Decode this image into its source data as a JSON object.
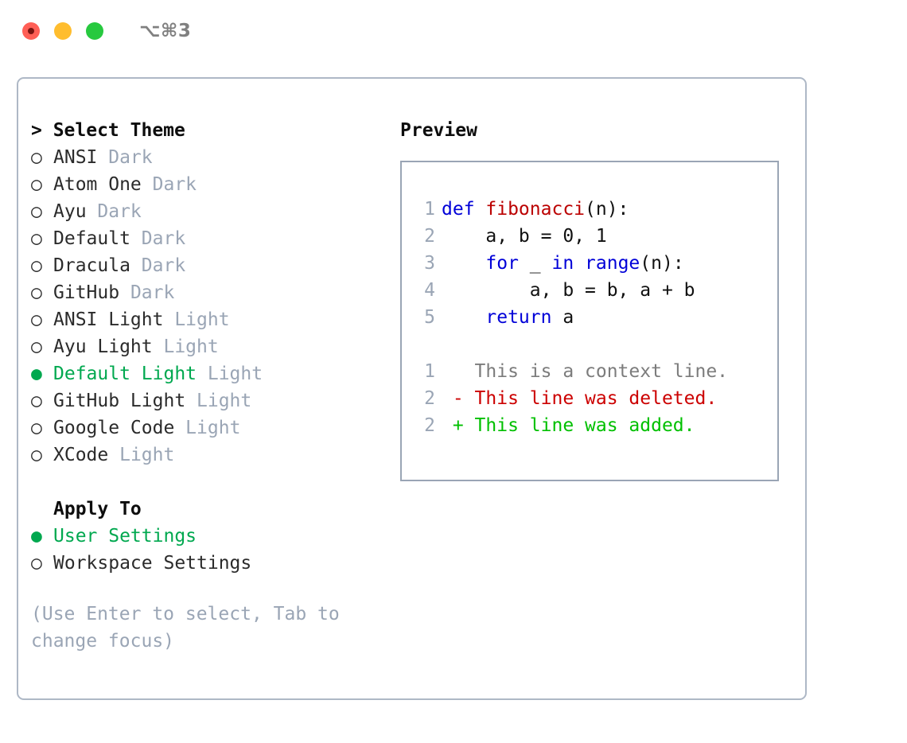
{
  "titlebar": {
    "shortcut": "⌥⌘3",
    "buttons": [
      "close",
      "minimize",
      "maximize"
    ],
    "colors": {
      "close": "#ff5f56",
      "minimize": "#ffbd2e",
      "maximize": "#27c93f"
    }
  },
  "theme_section": {
    "heading": "> Select Theme",
    "items": [
      {
        "bullet": "○",
        "label": "ANSI",
        "tag": "Dark",
        "selected": false
      },
      {
        "bullet": "○",
        "label": "Atom One",
        "tag": "Dark",
        "selected": false
      },
      {
        "bullet": "○",
        "label": "Ayu",
        "tag": "Dark",
        "selected": false
      },
      {
        "bullet": "○",
        "label": "Default",
        "tag": "Dark",
        "selected": false
      },
      {
        "bullet": "○",
        "label": "Dracula",
        "tag": "Dark",
        "selected": false
      },
      {
        "bullet": "○",
        "label": "GitHub",
        "tag": "Dark",
        "selected": false
      },
      {
        "bullet": "○",
        "label": "ANSI Light",
        "tag": "Light",
        "selected": false
      },
      {
        "bullet": "○",
        "label": "Ayu Light",
        "tag": "Light",
        "selected": false
      },
      {
        "bullet": "●",
        "label": "Default Light",
        "tag": "Light",
        "selected": true
      },
      {
        "bullet": "○",
        "label": "GitHub Light",
        "tag": "Light",
        "selected": false
      },
      {
        "bullet": "○",
        "label": "Google Code",
        "tag": "Light",
        "selected": false
      },
      {
        "bullet": "○",
        "label": "XCode",
        "tag": "Light",
        "selected": false
      }
    ]
  },
  "apply_section": {
    "heading": "Apply To",
    "items": [
      {
        "bullet": "●",
        "label": "User Settings",
        "selected": true
      },
      {
        "bullet": "○",
        "label": "Workspace Settings",
        "selected": false
      }
    ]
  },
  "hint": "(Use Enter to select, Tab to change focus)",
  "preview": {
    "title": "Preview",
    "code_lines": [
      {
        "no": "1",
        "tokens": [
          {
            "t": "def ",
            "c": "kw"
          },
          {
            "t": "fibonacci",
            "c": "fn"
          },
          {
            "t": "(n):",
            "c": "plain"
          }
        ]
      },
      {
        "no": "2",
        "tokens": [
          {
            "t": "    a, b = 0, 1",
            "c": "plain"
          }
        ]
      },
      {
        "no": "3",
        "tokens": [
          {
            "t": "    ",
            "c": "plain"
          },
          {
            "t": "for",
            "c": "kw"
          },
          {
            "t": " _ ",
            "c": "plain"
          },
          {
            "t": "in",
            "c": "kw"
          },
          {
            "t": " ",
            "c": "plain"
          },
          {
            "t": "range",
            "c": "kw"
          },
          {
            "t": "(n):",
            "c": "plain"
          }
        ]
      },
      {
        "no": "4",
        "tokens": [
          {
            "t": "        a, b = b, a + b",
            "c": "plain"
          }
        ]
      },
      {
        "no": "5",
        "tokens": [
          {
            "t": "    ",
            "c": "plain"
          },
          {
            "t": "return",
            "c": "kw"
          },
          {
            "t": " a",
            "c": "plain"
          }
        ]
      }
    ],
    "diff_lines": [
      {
        "no": "1",
        "marker": " ",
        "text": " This is a context line.",
        "kind": "ctx"
      },
      {
        "no": "2",
        "marker": "-",
        "text": " This line was deleted.",
        "kind": "del"
      },
      {
        "no": "2",
        "marker": "+",
        "text": " This line was added.",
        "kind": "add"
      }
    ]
  },
  "colors": {
    "selected_green": "#00a84f",
    "muted": "#9aa5b5",
    "keyword_blue": "#0000d8",
    "function_red": "#bb0000",
    "diff_delete": "#cc0000",
    "diff_add": "#00c000",
    "border": "#aeb8c6"
  }
}
